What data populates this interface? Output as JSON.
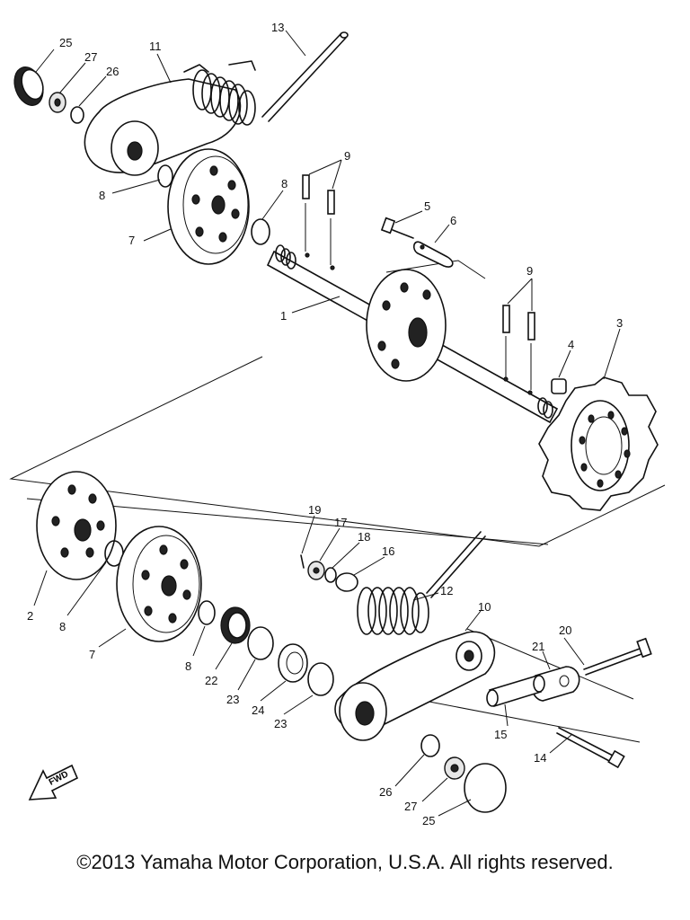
{
  "diagram": {
    "callouts": [
      {
        "id": "c25a",
        "label": "25"
      },
      {
        "id": "c27a",
        "label": "27"
      },
      {
        "id": "c26a",
        "label": "26"
      },
      {
        "id": "c11",
        "label": "11"
      },
      {
        "id": "c13",
        "label": "13"
      },
      {
        "id": "c9a",
        "label": "9"
      },
      {
        "id": "c8a",
        "label": "8"
      },
      {
        "id": "c8b",
        "label": "8"
      },
      {
        "id": "c7a",
        "label": "7"
      },
      {
        "id": "c5",
        "label": "5"
      },
      {
        "id": "c6",
        "label": "6"
      },
      {
        "id": "c1",
        "label": "1"
      },
      {
        "id": "c9b",
        "label": "9"
      },
      {
        "id": "c3",
        "label": "3"
      },
      {
        "id": "c4",
        "label": "4"
      },
      {
        "id": "c2",
        "label": "2"
      },
      {
        "id": "c8c",
        "label": "8"
      },
      {
        "id": "c7b",
        "label": "7"
      },
      {
        "id": "c8d",
        "label": "8"
      },
      {
        "id": "c22",
        "label": "22"
      },
      {
        "id": "c23a",
        "label": "23"
      },
      {
        "id": "c24",
        "label": "24"
      },
      {
        "id": "c23b",
        "label": "23"
      },
      {
        "id": "c19",
        "label": "19"
      },
      {
        "id": "c17",
        "label": "17"
      },
      {
        "id": "c18",
        "label": "18"
      },
      {
        "id": "c16",
        "label": "16"
      },
      {
        "id": "c12",
        "label": "12"
      },
      {
        "id": "c10",
        "label": "10"
      },
      {
        "id": "c20",
        "label": "20"
      },
      {
        "id": "c21",
        "label": "21"
      },
      {
        "id": "c15",
        "label": "15"
      },
      {
        "id": "c14",
        "label": "14"
      },
      {
        "id": "c26b",
        "label": "26"
      },
      {
        "id": "c27b",
        "label": "27"
      },
      {
        "id": "c25b",
        "label": "25"
      }
    ],
    "fwd_label": "FWD"
  },
  "footer": {
    "copyright": "©2013 Yamaha Motor Corporation, U.S.A. All rights reserved."
  }
}
